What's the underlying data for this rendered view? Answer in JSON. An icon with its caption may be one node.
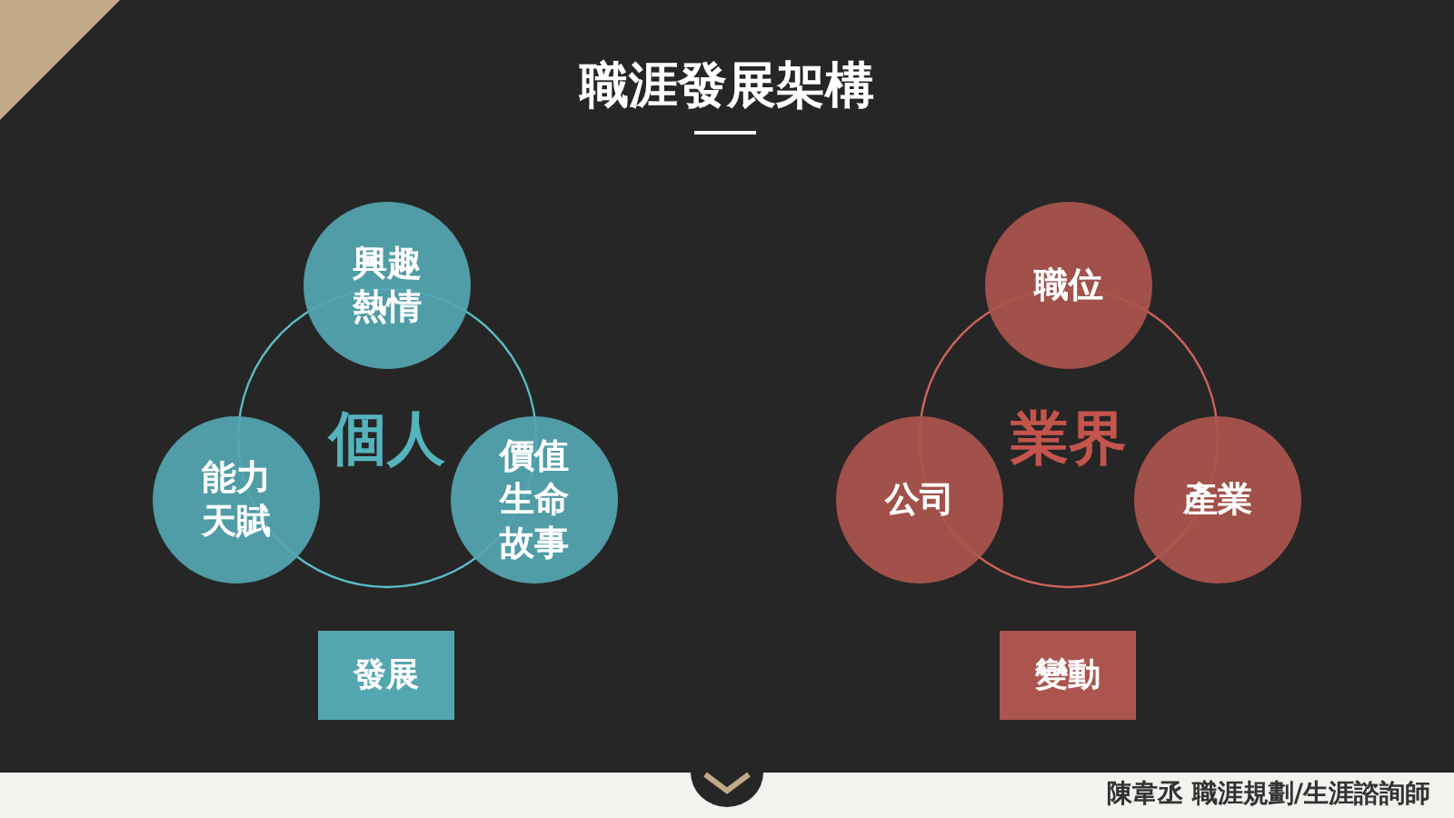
{
  "diagram": {
    "title": "職涯發展架構",
    "nodes": [
      {
        "text": [
          "個人"
        ]
      },
      {
        "text": [
          "興趣熱情"
        ]
      },
      {
        "text": [
          "能力天賦"
        ]
      },
      {
        "text": [
          "價值生命故事"
        ]
      },
      {
        "text": [
          "發展"
        ]
      },
      {
        "text": [
          "業界"
        ]
      },
      {
        "text": [
          "職位"
        ]
      },
      {
        "text": [
          "公司"
        ]
      },
      {
        "text": [
          "產業"
        ]
      },
      {
        "text": [
          "變動"
        ]
      }
    ],
    "edges": [],
    "labels": [
      "陳韋丞 職涯規劃/生涯諮詢師"
    ]
  }
}
